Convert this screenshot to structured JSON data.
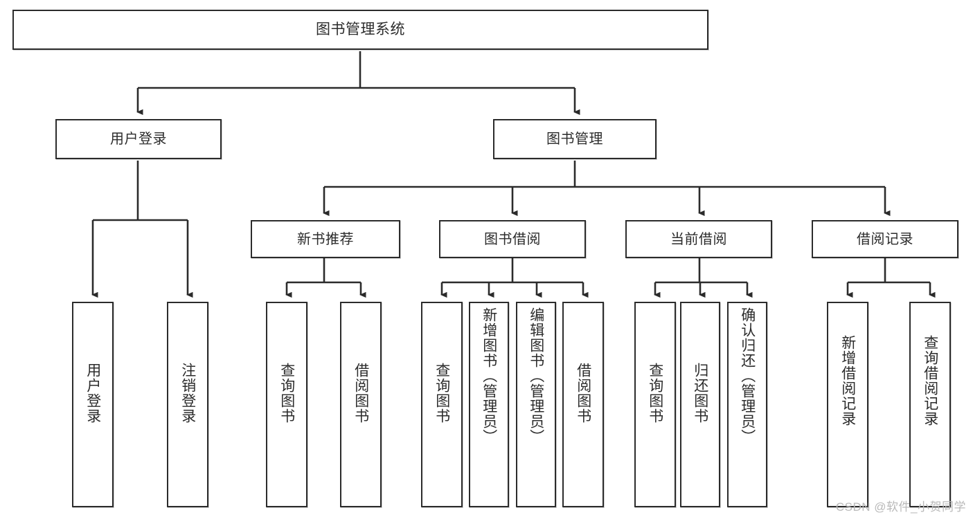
{
  "diagram": {
    "title": "图书管理系统",
    "type": "tree-structure-chart",
    "watermark": "CSDN @软件_小贺同学",
    "colors": {
      "box_border": "#2b2b2b",
      "box_fill": "#ffffff",
      "connector": "#2b2b2b",
      "text": "#2b2b2b",
      "watermark": "#b9b9b9"
    },
    "root": {
      "label": "图书管理系统"
    },
    "level2": [
      {
        "label": "用户登录"
      },
      {
        "label": "图书管理"
      }
    ],
    "level3": [
      {
        "label": "新书推荐"
      },
      {
        "label": "图书借阅"
      },
      {
        "label": "当前借阅"
      },
      {
        "label": "借阅记录"
      }
    ],
    "leaves": {
      "user_login": [
        {
          "label": "用户登录"
        },
        {
          "label": "注销登录"
        }
      ],
      "new_book": [
        {
          "label": "查询图书"
        },
        {
          "label": "借阅图书"
        }
      ],
      "book_borrow": [
        {
          "label": "查询图书"
        },
        {
          "label": "新增图书（管理员）"
        },
        {
          "label": "编辑图书（管理员）"
        },
        {
          "label": "借阅图书"
        }
      ],
      "current_borrow": [
        {
          "label": "查询图书"
        },
        {
          "label": "归还图书"
        },
        {
          "label": "确认归还（管理员）"
        }
      ],
      "borrow_record": [
        {
          "label": "新增借阅记录"
        },
        {
          "label": "查询借阅记录"
        }
      ]
    }
  }
}
